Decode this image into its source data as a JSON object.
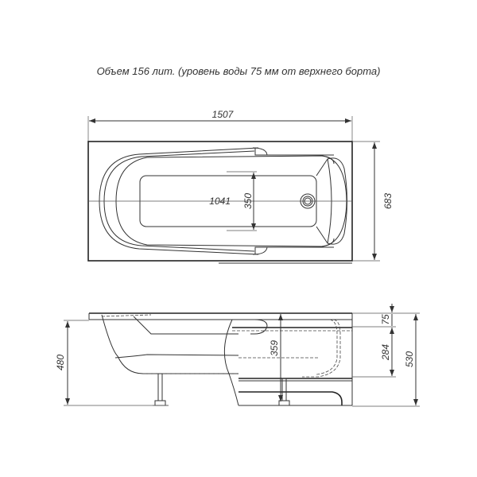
{
  "title": "Объем 156 лит. (уровень воды 75 мм от верхнего борта)",
  "top_view": {
    "dimensions": {
      "overall_length": "1507",
      "overall_width": "683",
      "inner_length": "1041",
      "inner_width": "350"
    }
  },
  "side_view": {
    "dimensions": {
      "height_to_rim": "480",
      "depth": "359",
      "water_level_offset": "75",
      "water_depth": "284",
      "total_height": "530"
    }
  },
  "colors": {
    "line": "#333333",
    "background": "#ffffff"
  }
}
